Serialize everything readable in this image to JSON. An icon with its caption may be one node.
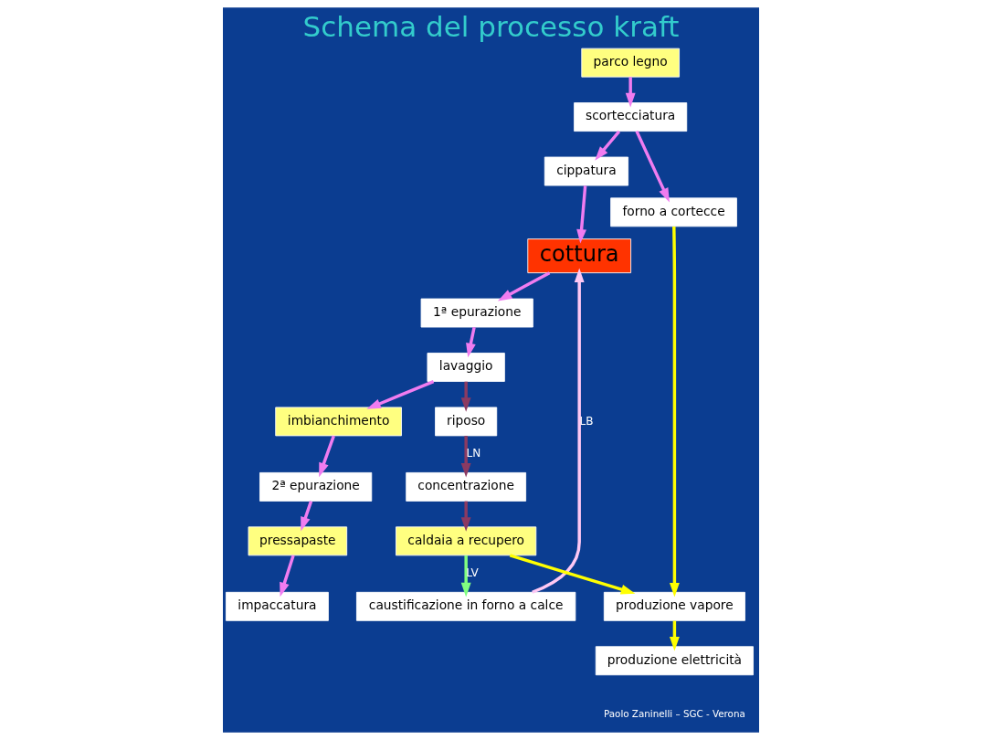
{
  "diagram": {
    "title": "Schema del processo kraft",
    "nodes": [
      {
        "text": [
          "parco legno"
        ]
      },
      {
        "text": [
          "scortecciatura"
        ]
      },
      {
        "text": [
          "cippatura"
        ]
      },
      {
        "text": [
          "forno a cortecce"
        ]
      },
      {
        "text": [
          "cottura"
        ]
      },
      {
        "text": [
          "1ª epurazione"
        ]
      },
      {
        "text": [
          "lavaggio"
        ]
      },
      {
        "text": [
          "imbianchimento"
        ]
      },
      {
        "text": [
          "2ª epurazione"
        ]
      },
      {
        "text": [
          "pressapaste"
        ]
      },
      {
        "text": [
          "impaccatura"
        ]
      },
      {
        "text": [
          "caustificazione in forno a calce"
        ]
      },
      {
        "text": [
          "caldaia a recupero"
        ]
      },
      {
        "text": [
          "concentrazione"
        ]
      },
      {
        "text": [
          "riposo"
        ]
      },
      {
        "text": [
          "produzione vapore"
        ]
      },
      {
        "text": [
          "produzione elettricità"
        ]
      }
    ],
    "edges": [
      {
        "from": 0,
        "to": 1,
        "arrow": "to"
      },
      {
        "from": 1,
        "to": 2,
        "arrow": "to"
      },
      {
        "from": 1,
        "to": 3,
        "arrow": "to"
      },
      {
        "from": 2,
        "to": 4,
        "arrow": "to"
      },
      {
        "from": 4,
        "to": 5,
        "arrow": "to"
      },
      {
        "from": 5,
        "to": 6,
        "arrow": "to"
      },
      {
        "from": 6,
        "to": 7,
        "arrow": "to"
      },
      {
        "from": 7,
        "to": 8,
        "arrow": "to"
      },
      {
        "from": 8,
        "to": 9,
        "arrow": "to"
      },
      {
        "from": 9,
        "to": 10,
        "arrow": "to"
      },
      {
        "from": 6,
        "to": 14,
        "arrow": "to",
        "color": "#8b3a62"
      },
      {
        "from": 14,
        "to": 13,
        "arrow": "to",
        "label": "LN",
        "color": "#8b3a62"
      },
      {
        "from": 13,
        "to": 12,
        "arrow": "to",
        "color": "#8b3a62"
      },
      {
        "from": 12,
        "to": 11,
        "arrow": "to",
        "label": "LV",
        "color": "#80ff80"
      },
      {
        "from": 11,
        "to": 4,
        "arrow": "to",
        "label": "LB",
        "color": "#ffc8f4"
      },
      {
        "from": 3,
        "to": 15,
        "arrow": "to",
        "color": "#ffff00"
      },
      {
        "from": 12,
        "to": 15,
        "arrow": "to",
        "color": "#ffff00"
      },
      {
        "from": 15,
        "to": 16,
        "arrow": "to",
        "color": "#ffff00"
      }
    ],
    "labels": [
      "Paolo Zaninelli – SGC - Verona"
    ]
  }
}
